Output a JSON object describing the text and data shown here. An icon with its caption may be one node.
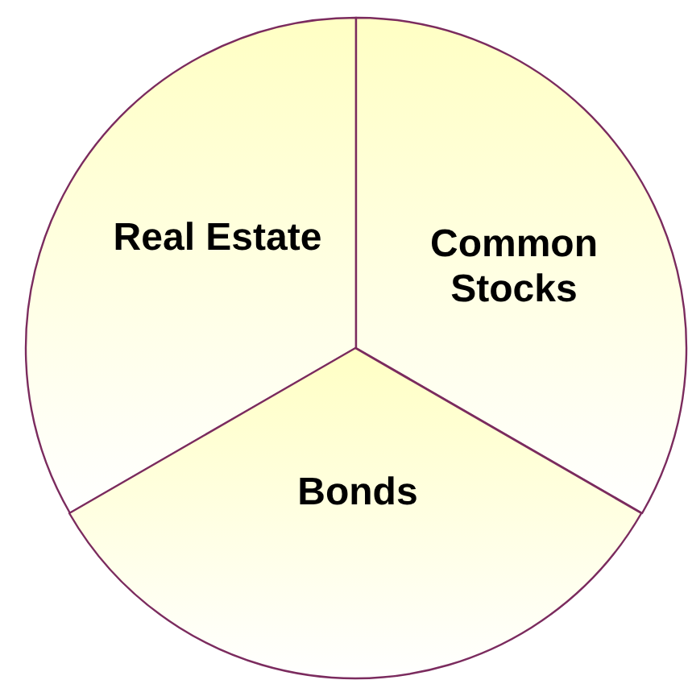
{
  "diagram": {
    "nodes": [
      {
        "text": [
          "Real Estate"
        ]
      },
      {
        "text": [
          "Common Stocks"
        ]
      },
      {
        "text": [
          "Bonds"
        ]
      }
    ]
  }
}
